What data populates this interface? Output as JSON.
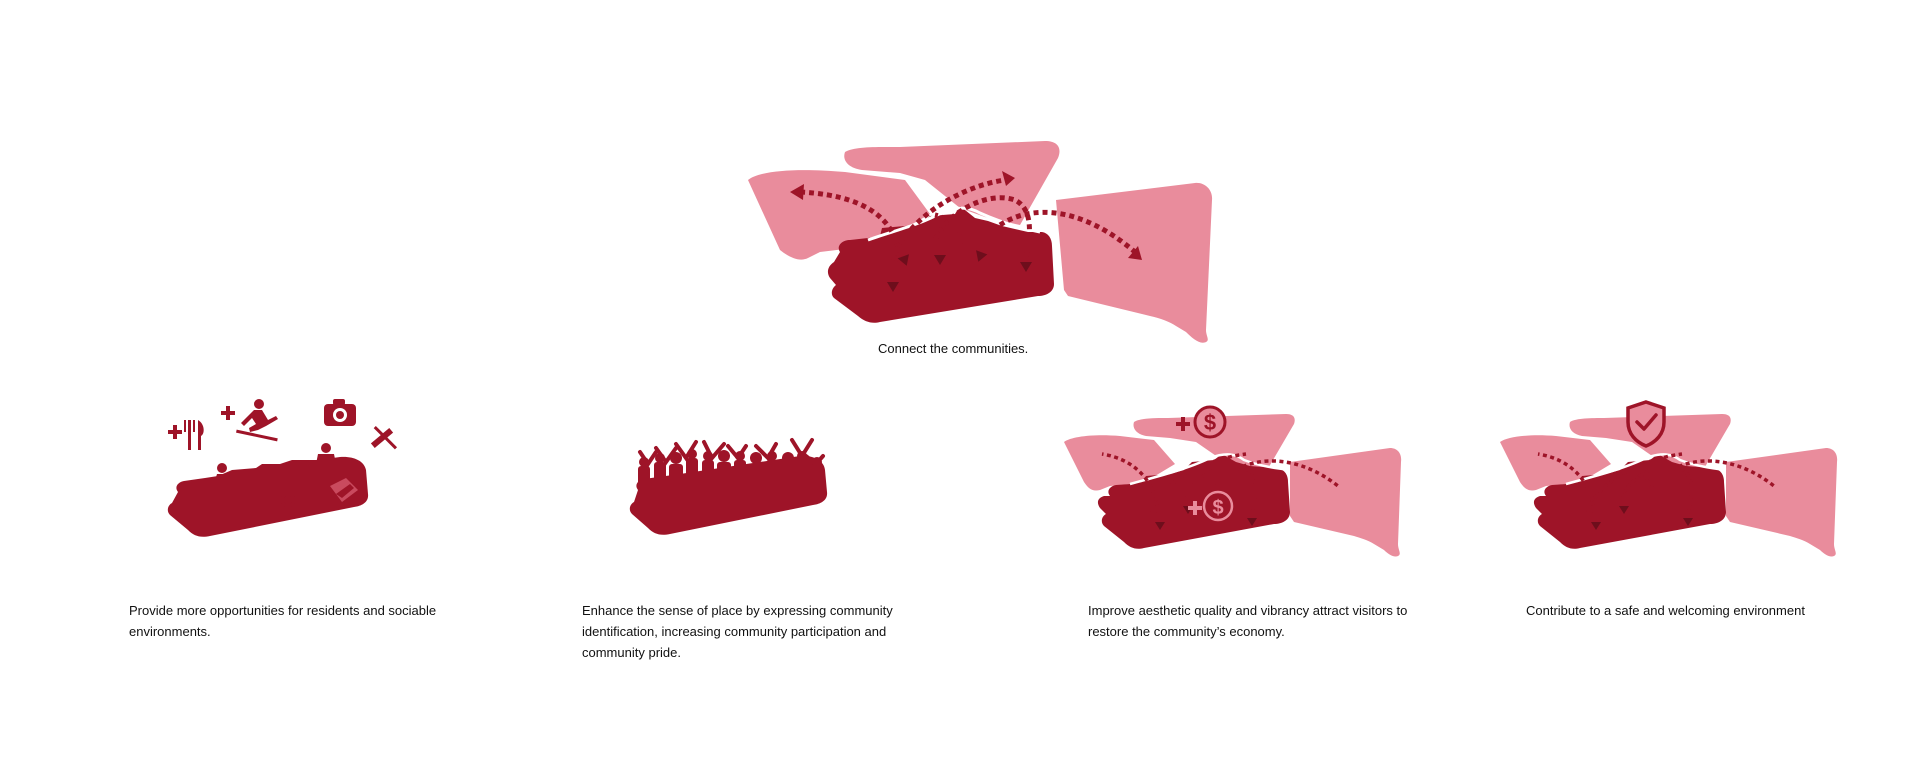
{
  "colors": {
    "dark_red": "#9e1428",
    "pink": "#e98c9c",
    "white": "#ffffff",
    "text": "#111111"
  },
  "main": {
    "caption": "Connect the communities.",
    "icons": [
      "dotted-arrow-icon"
    ]
  },
  "panels": [
    {
      "caption": "Provide more opportunities for residents and sociable environments.",
      "icons": [
        "plus-icon",
        "fork-knife-icon",
        "skateboarder-icon",
        "camera-icon",
        "no-smoking-icon",
        "sitting-person-icon",
        "meditating-person-icon",
        "wheelchair-icon",
        "handshake-icon"
      ]
    },
    {
      "caption": "Enhance the sense of place by expressing community identification, increasing community participation and community pride.",
      "icons": [
        "crowd-cheering-icon"
      ]
    },
    {
      "caption": "Improve aesthetic quality and vibrancy attract visitors to restore the community’s economy.",
      "icons": [
        "dollar-coin-icon",
        "plus-icon"
      ]
    },
    {
      "caption": "Contribute to a safe and welcoming environment",
      "icons": [
        "shield-check-icon"
      ]
    }
  ]
}
